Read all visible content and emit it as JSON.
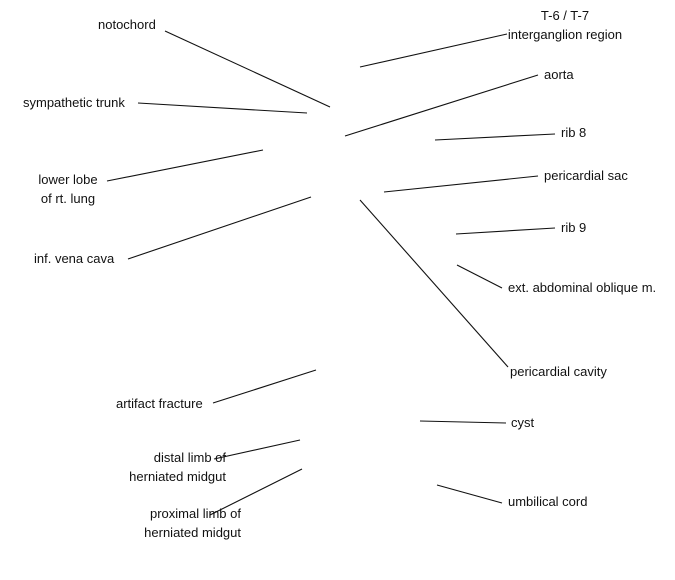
{
  "labels": {
    "notochord": "notochord",
    "t6_t7_line1": "T-6 / T-7",
    "t6_t7_line2": "interganglion region",
    "aorta": "aorta",
    "sympathetic_trunk": "sympathetic trunk",
    "rib_8": "rib 8",
    "lower_lobe_line1": "lower lobe",
    "lower_lobe_line2": "of rt. lung",
    "pericardial_sac": "pericardial sac",
    "rib_9": "rib 9",
    "inf_vena_cava": "inf. vena cava",
    "ext_abdominal_oblique": "ext. abdominal oblique m.",
    "pericardial_cavity": "pericardial cavity",
    "artifact_fracture": "artifact fracture",
    "cyst": "cyst",
    "distal_limb_line1": "distal limb of",
    "distal_limb_line2": "herniated midgut",
    "umbilical_cord": "umbilical cord",
    "proximal_limb_line1": "proximal limb of",
    "proximal_limb_line2": "herniated midgut"
  }
}
